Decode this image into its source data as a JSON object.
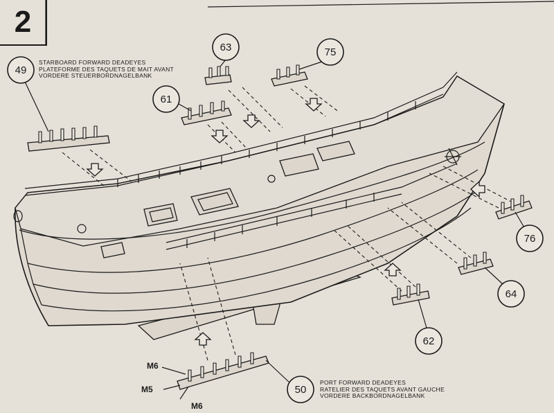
{
  "step": {
    "number": "2"
  },
  "parts": [
    {
      "id": "p49",
      "number": "49"
    },
    {
      "id": "p63",
      "number": "63"
    },
    {
      "id": "p75",
      "number": "75"
    },
    {
      "id": "p61",
      "number": "61"
    },
    {
      "id": "p76",
      "number": "76"
    },
    {
      "id": "p64",
      "number": "64"
    },
    {
      "id": "p62",
      "number": "62"
    },
    {
      "id": "p50",
      "number": "50"
    }
  ],
  "labels": {
    "starboard": [
      "STARBOARD FORWARD DEADEYES",
      "PLATEFORME DES TAQUETS DE MAIT AVANT",
      "VORDERE STEUERBORDNAGELBANK"
    ],
    "port": [
      "PORT FORWARD DEADEYES",
      "RATELIER DES TAQUETS AVANT GAUCHE",
      "VORDERE BACKBORDNAGELBANK"
    ]
  },
  "markers": {
    "m6_top": "M6",
    "m5": "M5",
    "m6_bottom": "M6"
  },
  "icons": [
    "down-arrow-icon",
    "up-arrow-icon",
    "left-arrow-icon"
  ]
}
